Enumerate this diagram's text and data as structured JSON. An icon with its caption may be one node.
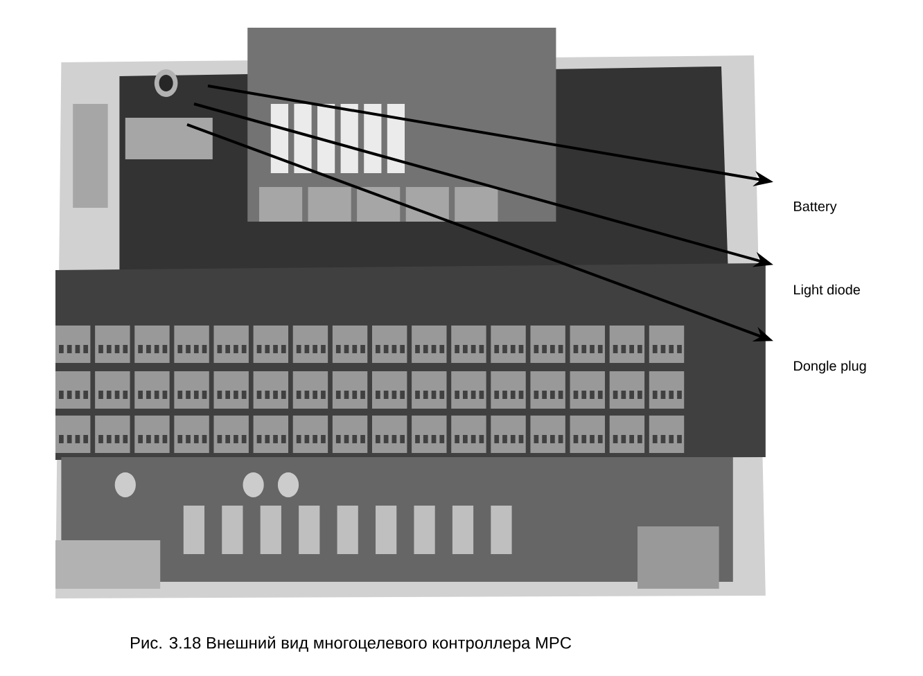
{
  "diagram": {
    "caption": "Рис. 3.18 Внешний вид многоцелевого контроллера MPC",
    "nodes": [
      {
        "text": [
          "Battery"
        ]
      },
      {
        "text": [
          "Light diode"
        ]
      },
      {
        "text": [
          "Dongle plug"
        ]
      }
    ],
    "edges": [
      {
        "from": null,
        "to": 0,
        "arrow": "to"
      },
      {
        "from": null,
        "to": 1,
        "arrow": "to"
      },
      {
        "from": null,
        "to": 2,
        "arrow": "to"
      }
    ]
  }
}
